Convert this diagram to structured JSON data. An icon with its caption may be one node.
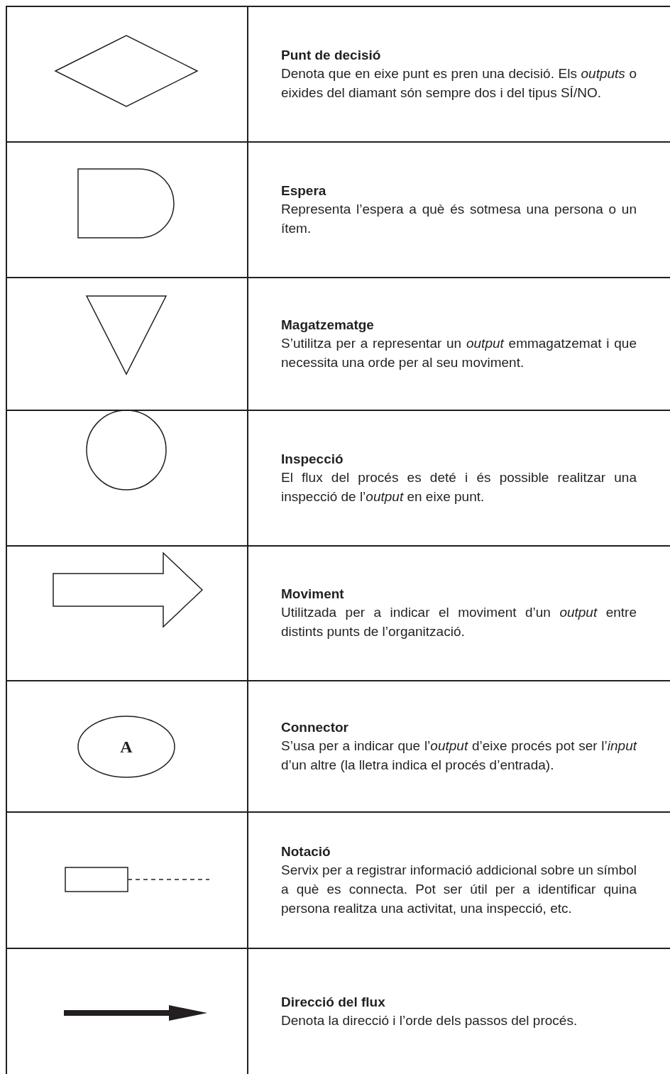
{
  "diagram": {
    "nodes": [
      {
        "text": [],
        "shape": "diamond"
      },
      {
        "text": [],
        "shape": "delay"
      },
      {
        "text": [],
        "shape": "triangle"
      },
      {
        "text": [],
        "shape": "circle"
      },
      {
        "text": [],
        "shape": "arrow"
      },
      {
        "text": [
          "A"
        ]
      },
      {
        "text": [],
        "shape": "box"
      }
    ],
    "labels": [
      "Punt de decisió",
      "Denota que en eixe punt es pren una decisió. Els *outputs* o eixides del diamant són sempre dos i del tipus SÍ/NO.",
      "Espera",
      "Representa l’espera a què és sotmesa una persona o un ítem.",
      "Magatzematge",
      "S’utilitza per a representar un *output* emmagatzemat i que necessita una orde per al seu moviment.",
      "Inspecció",
      "El flux del procés es deté i és possible realitzar una inspecció de l’*output* en eixe punt.",
      "Moviment",
      "Utilitzada per a indicar el moviment d’un *output* entre distints punts de l’organització.",
      "Connector",
      "S’usa per a indicar que l’*output* d’eixe procés pot ser l’*input* d’un altre (la lletra indica el procés d’entrada).",
      "Notació",
      "Servix per a registrar informació addicional sobre un símbol a què es connecta. Pot ser útil per a identificar quina persona realitza una activitat, una inspecció, etc.",
      "Direcció del flux",
      "Denota la direcció i l’orde dels passos del procés."
    ]
  }
}
